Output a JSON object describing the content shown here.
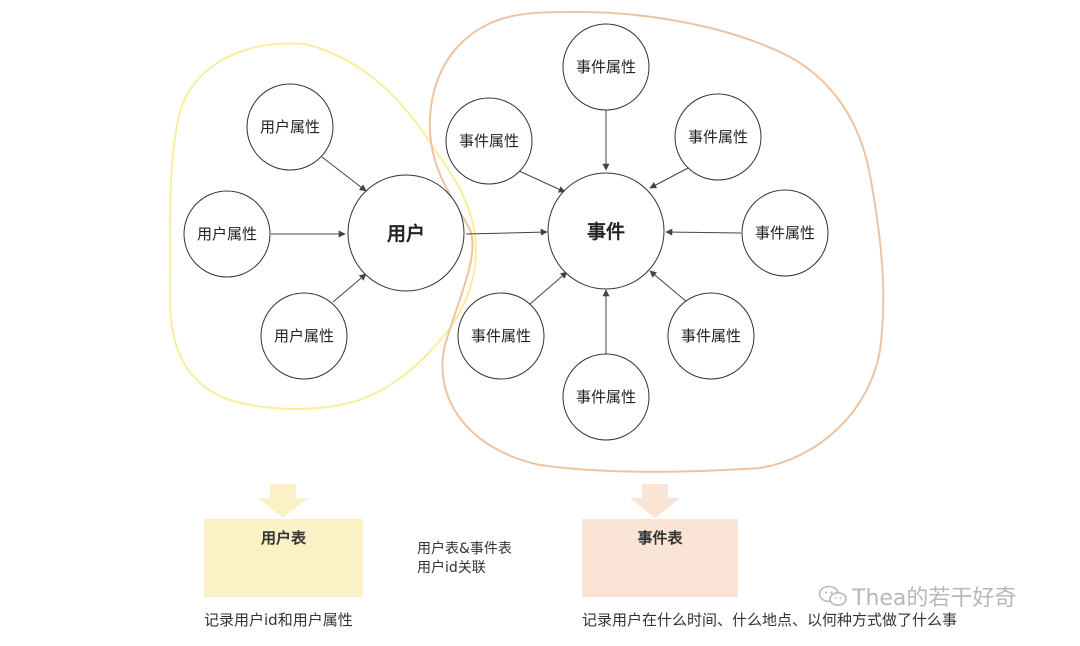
{
  "diagram": {
    "user_node": "用户",
    "event_node": "事件",
    "user_attribute_label": "用户属性",
    "event_attribute_label": "事件属性",
    "colors": {
      "user_group": "#f7ef9a",
      "event_group": "#f0c3a0",
      "node_stroke": "#333333",
      "arrow": "#444444"
    }
  },
  "tables": {
    "user_table": {
      "title": "用户表",
      "caption": "记录用户id和用户属性",
      "color": "#fbf0c6"
    },
    "event_table": {
      "title": "事件表",
      "caption": "记录用户在什么时间、什么地点、以何种方式做了什么事",
      "color": "#f9e4d6"
    },
    "link_note": {
      "line1": "用户表&事件表",
      "line2": "用户id关联"
    }
  },
  "watermark": {
    "text": "Thea的若干好奇",
    "icon": "wechat-icon"
  }
}
